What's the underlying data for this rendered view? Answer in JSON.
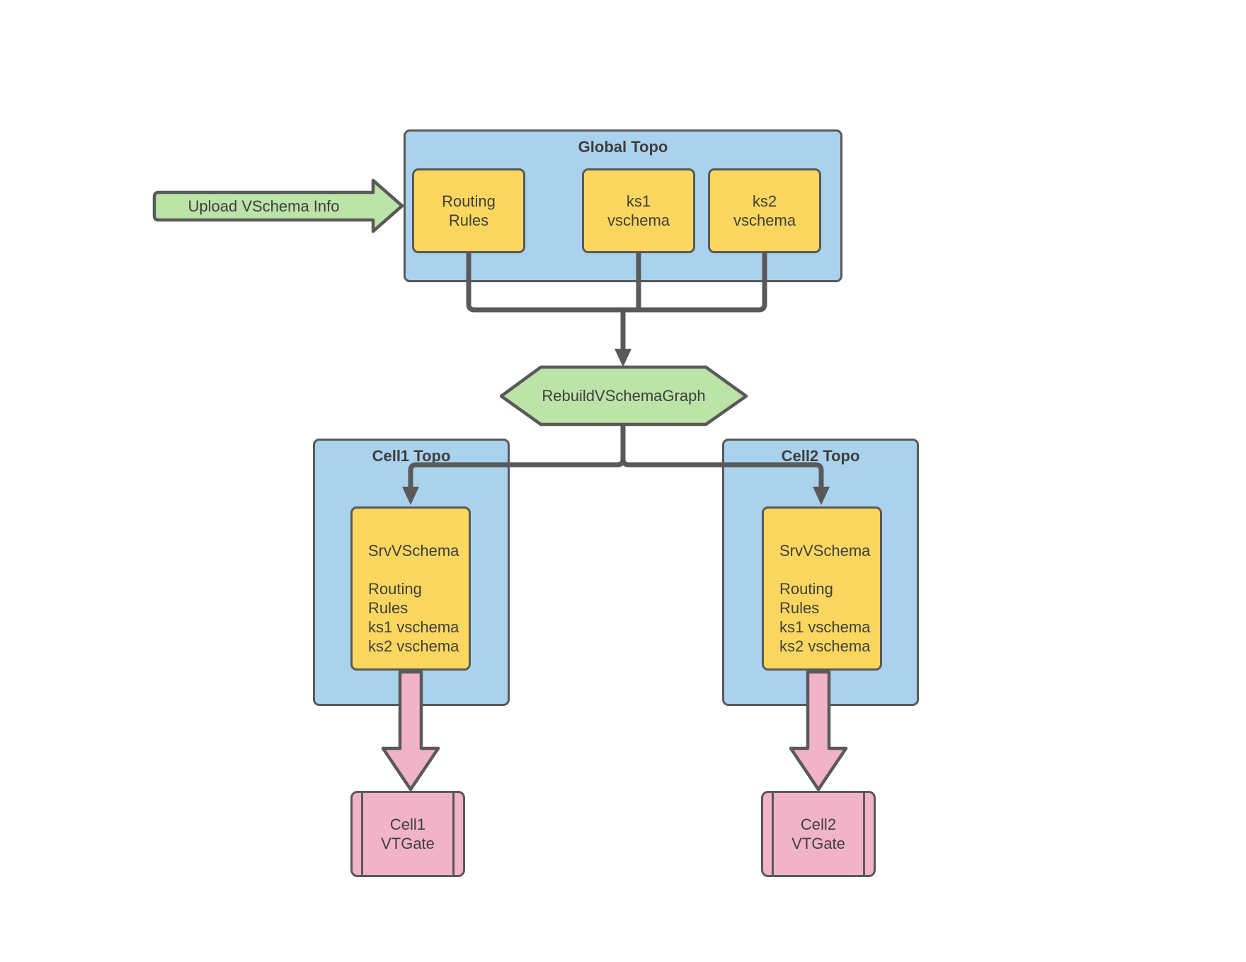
{
  "upload_arrow": {
    "label": "Upload VSchema Info"
  },
  "global_topo": {
    "title": "Global Topo",
    "routing_rules": "Routing\nRules",
    "ks1": "ks1\nvschema",
    "ks2": "ks2\nvschema"
  },
  "rebuild_step": {
    "label": "RebuildVSchemaGraph"
  },
  "cell1_topo": {
    "title": "Cell1 Topo",
    "srvvschema": "SrvVSchema\n\nRouting Rules\nks1 vschema\nks2 vschema",
    "vtgate": "Cell1\nVTGate"
  },
  "cell2_topo": {
    "title": "Cell2 Topo",
    "srvvschema": "SrvVSchema\n\nRouting Rules\nks1 vschema\nks2 vschema",
    "vtgate": "Cell2\nVTGate"
  },
  "colors": {
    "container_blue": "#ABD2EC",
    "node_yellow": "#FBD75F",
    "shape_green": "#BCE3A8",
    "shape_pink": "#F1B3C7",
    "border_gray": "#595959",
    "connector_gray": "#595959",
    "text_dark": "#3F3F3F"
  }
}
